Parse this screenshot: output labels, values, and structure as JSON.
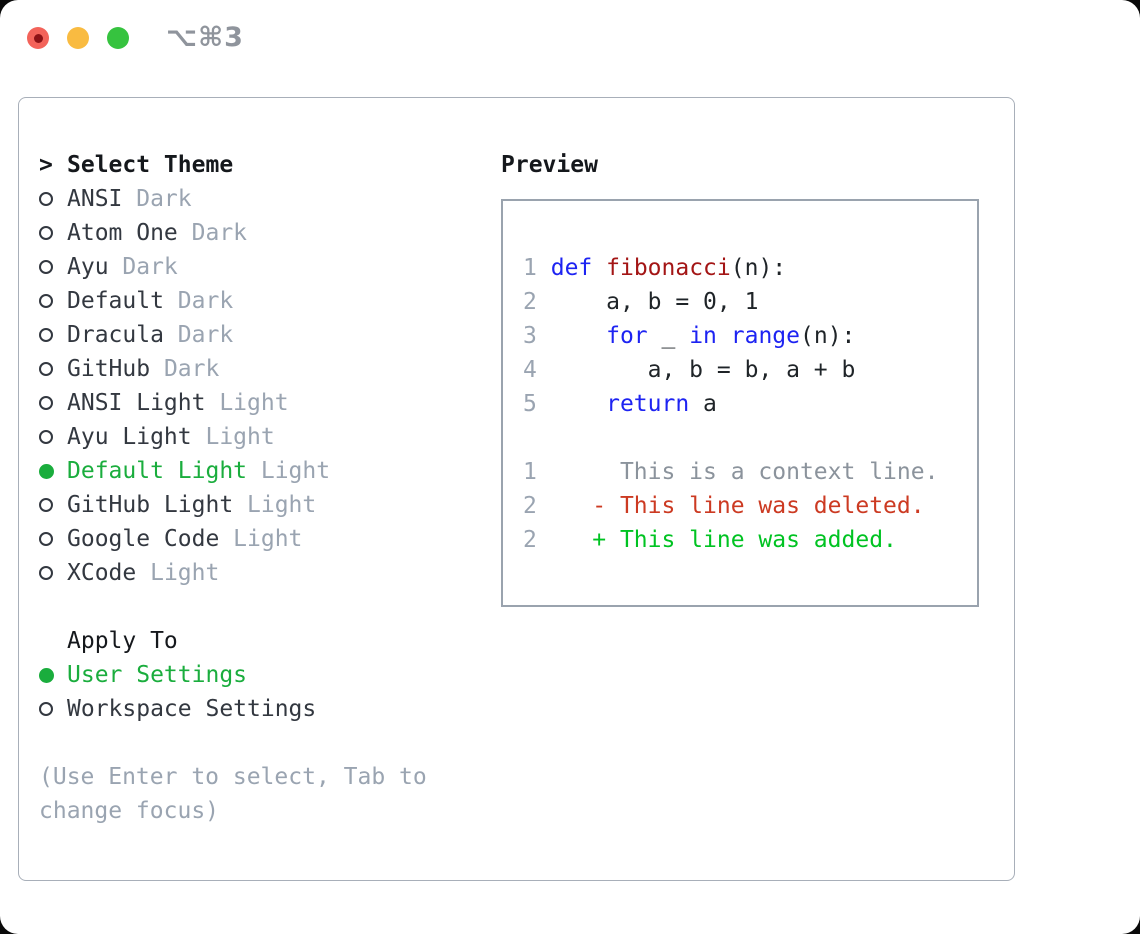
{
  "window": {
    "title": "⌥⌘3"
  },
  "colors": {
    "window_bg": "#ffffff",
    "accent_green": "#1aad3d",
    "keyword_blue": "#1d23f2",
    "function_red": "#a31515",
    "diff_deleted_red": "#cc3a22",
    "diff_added_green": "#00c322",
    "muted_gray": "#9aa4b1",
    "context_gray": "#8b939c",
    "heading_black": "#15181c",
    "item_dark": "#333840",
    "code_dark": "#1f2428",
    "panel_border": "#a8afb9",
    "preview_border": "#9aa3ae",
    "traffic_red": "#f3635a",
    "traffic_red_dot": "#8c1216",
    "traffic_yellow": "#f9bb41",
    "traffic_green": "#36c33f",
    "title_gray": "#8f949c"
  },
  "theme_picker": {
    "prompt": ">",
    "title": "Select Theme",
    "items": [
      {
        "name": "ANSI",
        "variant": "Dark",
        "selected": false
      },
      {
        "name": "Atom One",
        "variant": "Dark",
        "selected": false
      },
      {
        "name": "Ayu",
        "variant": "Dark",
        "selected": false
      },
      {
        "name": "Default",
        "variant": "Dark",
        "selected": false
      },
      {
        "name": "Dracula",
        "variant": "Dark",
        "selected": false
      },
      {
        "name": "GitHub",
        "variant": "Dark",
        "selected": false
      },
      {
        "name": "ANSI Light",
        "variant": "Light",
        "selected": false
      },
      {
        "name": "Ayu Light",
        "variant": "Light",
        "selected": false
      },
      {
        "name": "Default Light",
        "variant": "Light",
        "selected": true
      },
      {
        "name": "GitHub Light",
        "variant": "Light",
        "selected": false
      },
      {
        "name": "Google Code",
        "variant": "Light",
        "selected": false
      },
      {
        "name": "XCode",
        "variant": "Light",
        "selected": false
      }
    ]
  },
  "apply_to": {
    "title": "Apply To",
    "items": [
      {
        "name": "User Settings",
        "variant": "",
        "selected": true
      },
      {
        "name": "Workspace Settings",
        "variant": "",
        "selected": false
      }
    ]
  },
  "hint": {
    "lines": [
      "(Use Enter to select, Tab to",
      "change focus)"
    ]
  },
  "preview": {
    "title": "Preview",
    "lines": [
      [
        {
          "t": "1",
          "s": "num"
        },
        {
          "t": " ",
          "s": "p"
        },
        {
          "t": "def",
          "s": "kw"
        },
        {
          "t": " ",
          "s": "p"
        },
        {
          "t": "fibonacci",
          "s": "fn"
        },
        {
          "t": "(n):",
          "s": "p"
        }
      ],
      [
        {
          "t": "2",
          "s": "num"
        },
        {
          "t": "     a, b = 0, 1",
          "s": "p"
        }
      ],
      [
        {
          "t": "3",
          "s": "num"
        },
        {
          "t": "     ",
          "s": "p"
        },
        {
          "t": "for",
          "s": "kw"
        },
        {
          "t": " _ ",
          "s": "p"
        },
        {
          "t": "in",
          "s": "kw"
        },
        {
          "t": " ",
          "s": "p"
        },
        {
          "t": "range",
          "s": "kw"
        },
        {
          "t": "(n):",
          "s": "p"
        }
      ],
      [
        {
          "t": "4",
          "s": "num"
        },
        {
          "t": "        a, b = b, a + b",
          "s": "p"
        }
      ],
      [
        {
          "t": "5",
          "s": "num"
        },
        {
          "t": "     ",
          "s": "p"
        },
        {
          "t": "return",
          "s": "kw"
        },
        {
          "t": " a",
          "s": "p"
        }
      ],
      [],
      [
        {
          "t": "1",
          "s": "num"
        },
        {
          "t": "      This is a context line.",
          "s": "ctx"
        }
      ],
      [
        {
          "t": "2",
          "s": "num"
        },
        {
          "t": "    - This line was deleted.",
          "s": "del"
        }
      ],
      [
        {
          "t": "2",
          "s": "num"
        },
        {
          "t": "    + This line was added.",
          "s": "add"
        }
      ]
    ]
  }
}
